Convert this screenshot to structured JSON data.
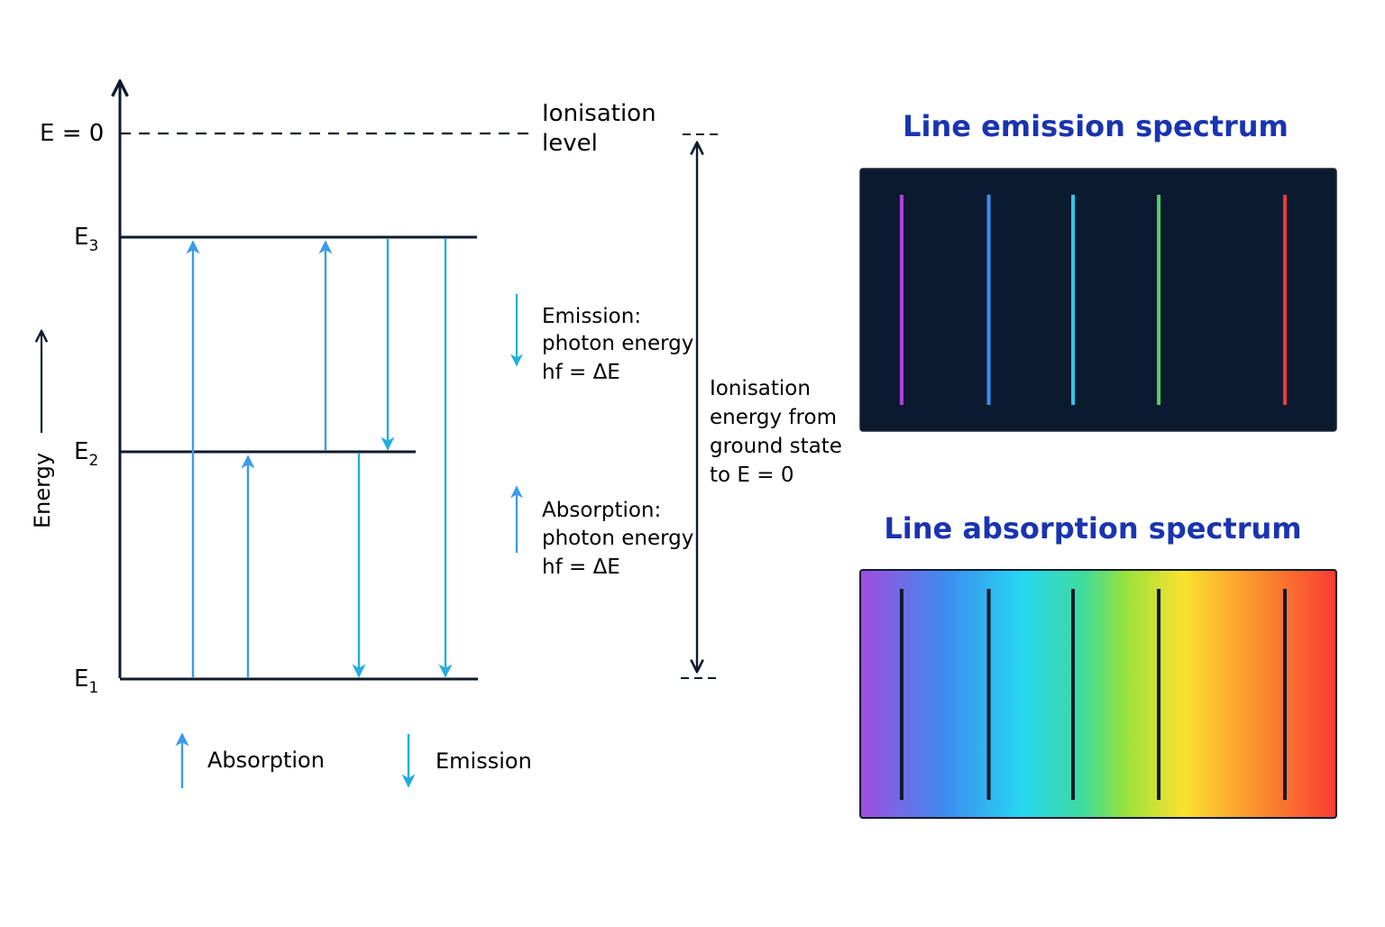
{
  "energy_axis": {
    "label": "Energy"
  },
  "levels": {
    "zero": {
      "label": "E = 0"
    },
    "e3": {
      "label": "E",
      "sub": "3"
    },
    "e2": {
      "label": "E",
      "sub": "2"
    },
    "e1": {
      "label": "E",
      "sub": "1"
    }
  },
  "ionisation_level": {
    "line1": "Ionisation",
    "line2": "level"
  },
  "emission_note": {
    "line1": "Emission:",
    "line2": "photon energy",
    "line3": "hf = ΔE"
  },
  "absorption_note": {
    "line1": "Absorption:",
    "line2": "photon energy",
    "line3": "hf = ΔE"
  },
  "ionisation_energy": {
    "line1": "Ionisation",
    "line2": "energy from",
    "line3": "ground state",
    "line4": "to E = 0"
  },
  "legend": {
    "absorption": "Absorption",
    "emission": "Emission"
  },
  "emission_spectrum": {
    "title": "Line emission spectrum",
    "lines": [
      {
        "position": 0.087,
        "color": "#b142e0"
      },
      {
        "position": 0.27,
        "color": "#3b8fe8"
      },
      {
        "position": 0.447,
        "color": "#2ec8ea"
      },
      {
        "position": 0.627,
        "color": "#4fd06a"
      },
      {
        "position": 0.892,
        "color": "#ee3b33"
      }
    ]
  },
  "absorption_spectrum": {
    "title": "Line absorption spectrum",
    "lines": [
      {
        "position": 0.087
      },
      {
        "position": 0.27
      },
      {
        "position": 0.447
      },
      {
        "position": 0.627
      },
      {
        "position": 0.892
      }
    ]
  },
  "colors": {
    "ink": "#0f1a2e",
    "absorption_arrow": "#3a9bea",
    "emission_arrow": "#22aedb",
    "title_blue": "#1a34b0",
    "emission_bg": "#0c1a30"
  }
}
